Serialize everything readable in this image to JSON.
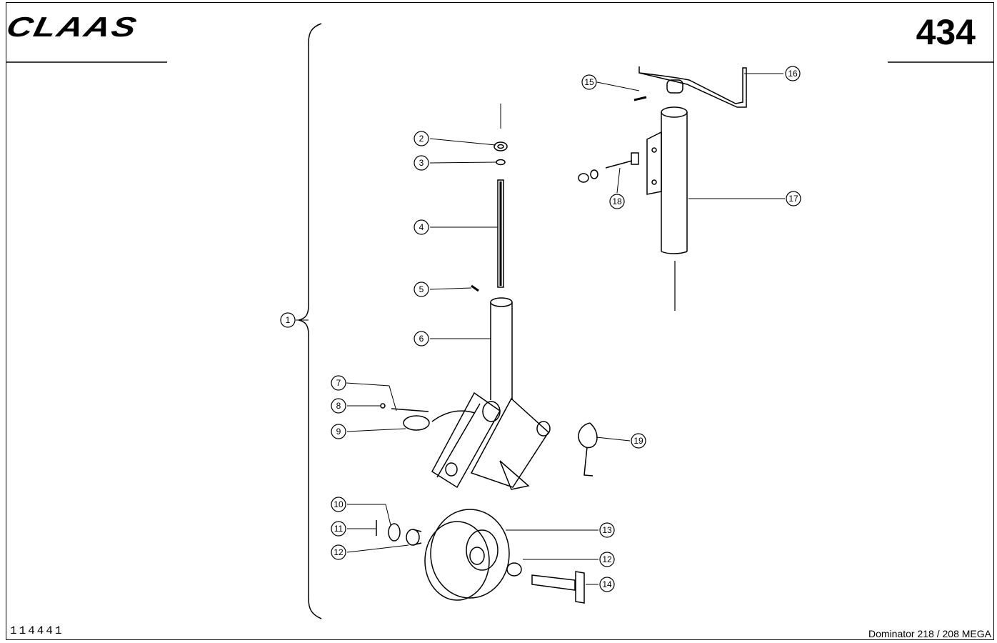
{
  "header": {
    "brand": "CLAAS",
    "page_number": "434"
  },
  "footer": {
    "document_number": "114441",
    "model": "Dominator 218 / 208 MEGA"
  },
  "callouts": [
    "1",
    "2",
    "3",
    "4",
    "5",
    "6",
    "7",
    "8",
    "9",
    "10",
    "11",
    "12",
    "12",
    "13",
    "14",
    "15",
    "16",
    "17",
    "18",
    "19"
  ]
}
